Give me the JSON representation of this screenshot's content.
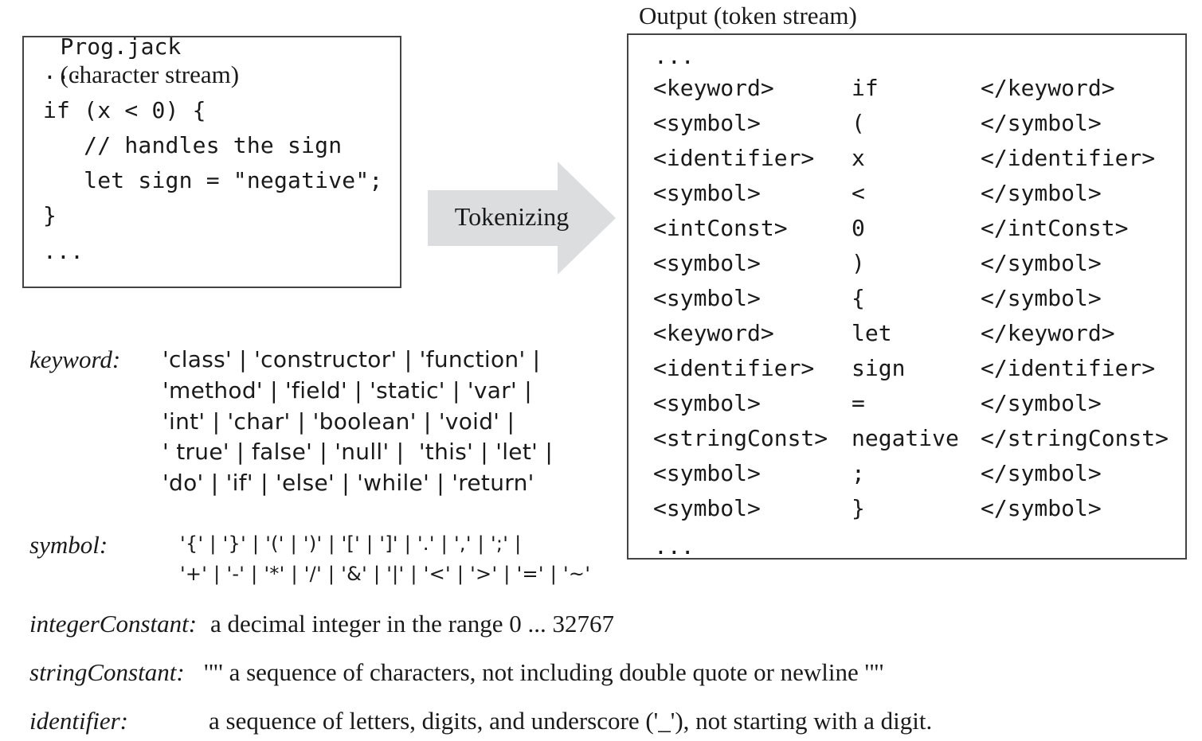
{
  "input": {
    "title_file": "Prog.jack",
    "title_suffix": "(character stream)",
    "code_lines": [
      "...",
      "if (x < 0) {",
      "   // handles the sign",
      "   let sign = \"negative\";",
      "}",
      "..."
    ]
  },
  "arrow": {
    "label": "Tokenizing"
  },
  "output": {
    "title": "Output (token stream)",
    "leading_dots": "...",
    "trailing_dots": "...",
    "tokens": [
      {
        "open": "<keyword>",
        "value": "if",
        "close": "</keyword>"
      },
      {
        "open": "<symbol>",
        "value": "(",
        "close": "</symbol>"
      },
      {
        "open": "<identifier>",
        "value": "x",
        "close": "</identifier>"
      },
      {
        "open": "<symbol>",
        "value": "<",
        "close": "</symbol>"
      },
      {
        "open": "<intConst>",
        "value": "0",
        "close": "</intConst>"
      },
      {
        "open": "<symbol>",
        "value": ")",
        "close": "</symbol>"
      },
      {
        "open": "<symbol>",
        "value": "{",
        "close": "</symbol>"
      },
      {
        "open": "<keyword>",
        "value": "let",
        "close": "</keyword>"
      },
      {
        "open": "<identifier>",
        "value": "sign",
        "close": "</identifier>"
      },
      {
        "open": "<symbol>",
        "value": "=",
        "close": "</symbol>"
      },
      {
        "open": "<stringConst>",
        "value": "negative",
        "close": "</stringConst>"
      },
      {
        "open": "<symbol>",
        "value": ";",
        "close": "</symbol>"
      },
      {
        "open": "<symbol>",
        "value": "}",
        "close": "</symbol>"
      }
    ]
  },
  "grammar": {
    "keyword": {
      "label": "keyword:",
      "lines": [
        "'class' | 'constructor' | 'function' |",
        "'method' | 'field' | 'static' | 'var' |",
        "'int' | 'char' | 'boolean' | 'void' |",
        "' true' | false' | 'null' |  'this' | 'let' |",
        "'do' | 'if' | 'else' | 'while' | 'return'"
      ]
    },
    "symbol": {
      "label": "symbol:",
      "lines": [
        "'{' | '}' | '(' | ')' | '[' | ']' | '.' | ',' | ';' |",
        "'+' | '-' | '*' | '/' | '&' | '|' | '<' | '>' | '=' | '~'"
      ]
    },
    "integerConstant": {
      "label": "integerConstant:",
      "text": "a decimal integer in the range 0 ... 32767"
    },
    "stringConstant": {
      "label": "stringConstant:",
      "text": "'\"' a sequence of characters, not including double quote or newline '\"'"
    },
    "identifier": {
      "label": "identifier:",
      "text": "a sequence of letters, digits, and underscore ('_'), not starting with a digit."
    }
  },
  "colors": {
    "arrow_fill": "#dcdddf",
    "border": "#444444",
    "text": "#1a1a1a"
  }
}
